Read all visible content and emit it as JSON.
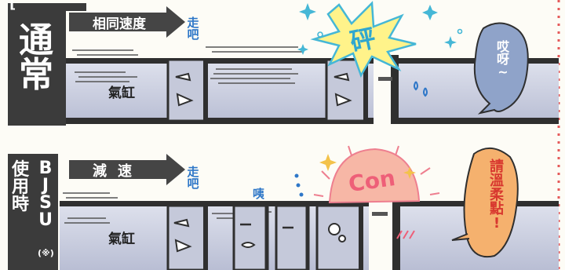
{
  "top_panel": {
    "corner_label": "[",
    "side_label": "通常",
    "arrow_label": "相同速度",
    "go_label": "走吧",
    "cylinder_label": "氣缸",
    "crash_sfx": "砰",
    "bubble_text": "哎呀~"
  },
  "bottom_panel": {
    "side_label_cjk": "使用時",
    "side_label_latin": "BJSU",
    "side_note": "(※)",
    "arrow_label": "減速",
    "go_label": "走吧",
    "cylinder_label": "氣缸",
    "huh_label": "咦",
    "soft_sfx": "Con",
    "bubble_text": "請溫柔點!"
  },
  "colors": {
    "band": "#3b3b3b",
    "arrow_fill": "#454545",
    "cylinder_fill": "#c9cddf",
    "cylinder_shade": "#a9aec6",
    "blue_text": "#2e77c8",
    "crash_burst": "#fff38a",
    "crash_outline": "#45b7d6",
    "crash_text": "#2fa7cf",
    "con_burst": "#f7b7a6",
    "con_text": "#ee5f78",
    "bubble_top": "#8fa3c9",
    "bubble_bottom": "#f5b16e",
    "bubble_bottom_text": "#d8382f",
    "dashed_border": "#e55a5a"
  },
  "icons": [
    "speed-lines",
    "piston-face",
    "crash-burst-icon",
    "soft-burst-icon",
    "sparkle-icon",
    "speech-bubble-icon"
  ]
}
